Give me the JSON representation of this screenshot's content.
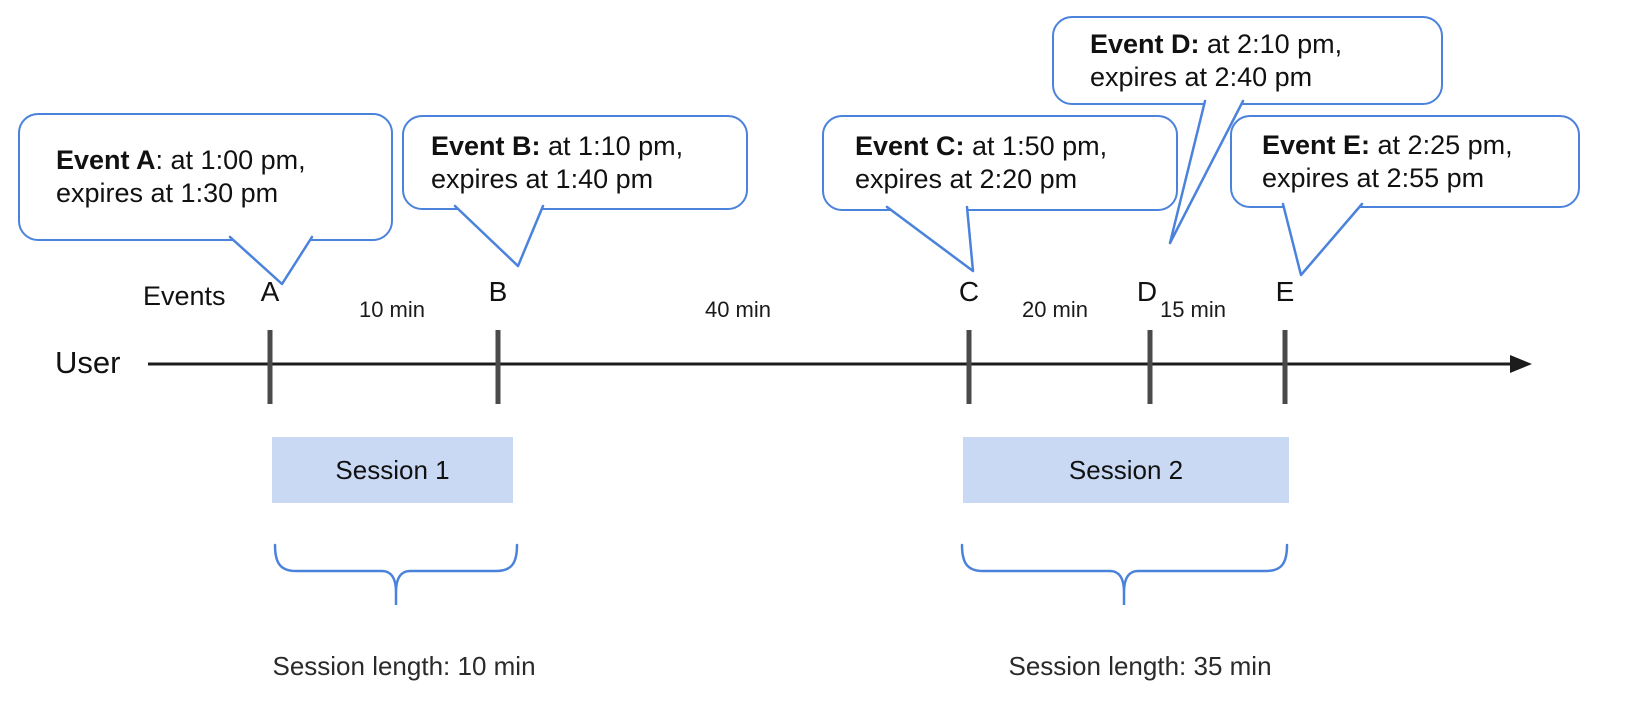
{
  "callouts": [
    {
      "event": "A",
      "bold": "Event A",
      "text": ": at 1:00 pm,",
      "text2": "expires at 1:30 pm"
    },
    {
      "event": "B",
      "bold": "Event B:",
      "text": " at 1:10 pm,",
      "text2": "expires at 1:40 pm"
    },
    {
      "event": "C",
      "bold": "Event C:",
      "text": " at 1:50 pm,",
      "text2": "expires at 2:20 pm"
    },
    {
      "event": "D",
      "bold": "Event D:",
      "text": " at 2:10 pm,",
      "text2": "expires at 2:40 pm"
    },
    {
      "event": "E",
      "bold": "Event E:",
      "text": " at 2:25 pm,",
      "text2": "expires at 2:55 pm"
    }
  ],
  "timeline": {
    "row_label": "User",
    "events_label": "Events",
    "ticks": [
      "A",
      "B",
      "C",
      "D",
      "E"
    ],
    "intervals": [
      "10 min",
      "40 min",
      "20 min",
      "15 min"
    ]
  },
  "sessions": [
    {
      "label": "Session 1",
      "length": "Session length: 10 min"
    },
    {
      "label": "Session 2",
      "length": "Session length: 35 min"
    }
  ],
  "colors": {
    "callout_border": "#4a82dc",
    "session_fill": "#c9d8f3",
    "brace": "#4a82dc",
    "tick": "#4a4a4a",
    "axis": "#1c1c1c"
  }
}
